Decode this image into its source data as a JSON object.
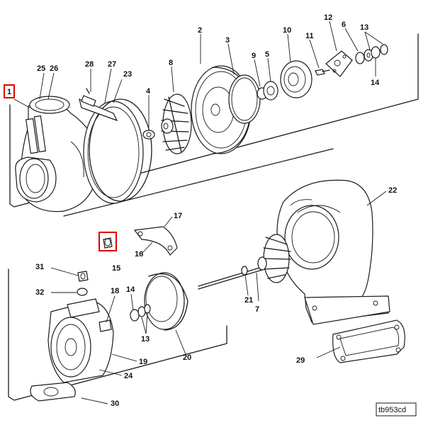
{
  "labels": {
    "p1": "1",
    "p2": "2",
    "p3": "3",
    "p4": "4",
    "p5": "5",
    "p6": "6",
    "p7": "7",
    "p8": "8",
    "p9": "9",
    "p10": "10",
    "p11": "11",
    "p12": "12",
    "p13a": "13",
    "p13b": "13",
    "p14a": "14",
    "p14b": "14",
    "p15": "15",
    "p16": "16",
    "p17": "17",
    "p18": "18",
    "p19": "19",
    "p20": "20",
    "p21": "21",
    "p22": "22",
    "p23": "23",
    "p24": "24",
    "p25": "25",
    "p26": "26",
    "p27": "27",
    "p28": "28",
    "p29": "29",
    "p30": "30",
    "p31": "31",
    "p32": "32"
  },
  "reference_code": "tb953cd",
  "colors": {
    "highlight": "#e00000",
    "line": "#1a1a1a"
  }
}
